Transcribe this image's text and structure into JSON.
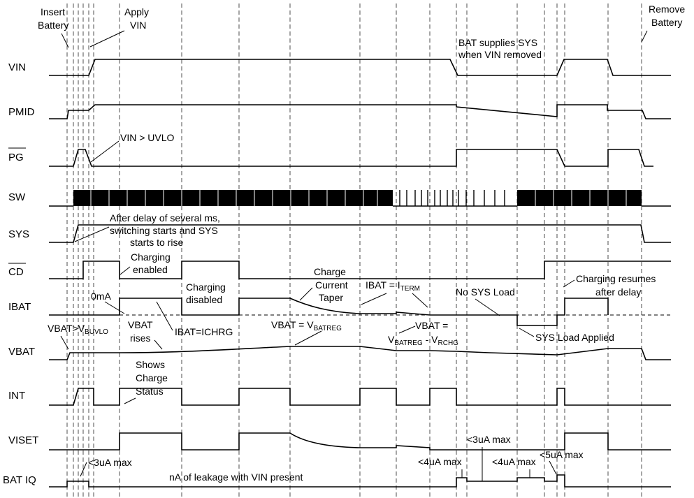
{
  "signals": {
    "vin": "VIN",
    "pmid": "PMID",
    "pg": "PG",
    "sw": "SW",
    "sys": "SYS",
    "cd": "CD",
    "ibat": "IBAT",
    "vbat": "VBAT",
    "int": "INT",
    "viset": "VISET",
    "batiq": "BAT IQ"
  },
  "notes": {
    "insert_1": "Insert",
    "insert_2": "Battery",
    "apply_1": "Apply",
    "apply_2": "VIN",
    "remove_1": "Remove",
    "remove_2": "Battery",
    "bat_sup_1": "BAT supplies SYS",
    "bat_sup_2": "when VIN removed",
    "uvlo": "VIN > UVLO",
    "delay_1": "After delay of several ms,",
    "delay_2": "switching starts and SYS",
    "delay_3": "starts to rise",
    "chg_en_1": "Charging",
    "chg_en_2": "enabled",
    "zero_ma": "0mA",
    "chg_dis_1": "Charging",
    "chg_dis_2": "disabled",
    "taper_1": "Charge",
    "taper_2": "Current",
    "taper_3": "Taper",
    "iterm_pre": "IBAT = I",
    "iterm_sub": "TERM",
    "no_sys": "No SYS Load",
    "resume_1": "Charging resumes",
    "resume_2": "after delay",
    "vbat_uvlo_pre": "VBAT>V",
    "vbat_uvlo_sub": "BUVLO",
    "vbat_rises_1": "VBAT",
    "vbat_rises_2": "rises",
    "ichrg": "IBAT=ICHRG",
    "vbatreg_pre": "VBAT = V",
    "vbatreg_sub": "BATREG",
    "rchg_1": "VBAT =",
    "rchg_v1": "V",
    "rchg_s1": "BATREG",
    "rchg_mid": " - V",
    "rchg_s2": "RCHG",
    "sys_load": "SYS Load Applied",
    "shows_1": "Shows",
    "shows_2": "Charge",
    "shows_3": "Status",
    "iq_3ua": "<3uA max",
    "leakage": "nA of leakage with VIN present",
    "iq_4ua_a": "<4uA max",
    "iq_3ua_b": "<3uA max",
    "iq_4ua_b": "<4uA max",
    "iq_5ua": "<5uA max"
  }
}
